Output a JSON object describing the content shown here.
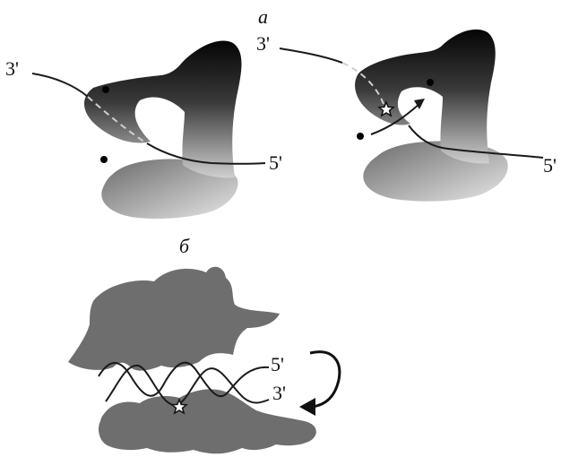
{
  "panels": {
    "a": {
      "label": "а",
      "left_diagram": {
        "end3": "3'",
        "end5": "5'"
      },
      "right_diagram": {
        "end3": "3'",
        "end5": "5'"
      }
    },
    "b": {
      "label": "б",
      "end5": "5'",
      "end3": "3'"
    }
  },
  "colors": {
    "dark_subunit": "#0d0d0d",
    "light_subunit": "#bdbdbd",
    "gray_complex": "#6e6e6e",
    "strand": "#1a1a1a"
  },
  "marker_icon": "star-outline"
}
